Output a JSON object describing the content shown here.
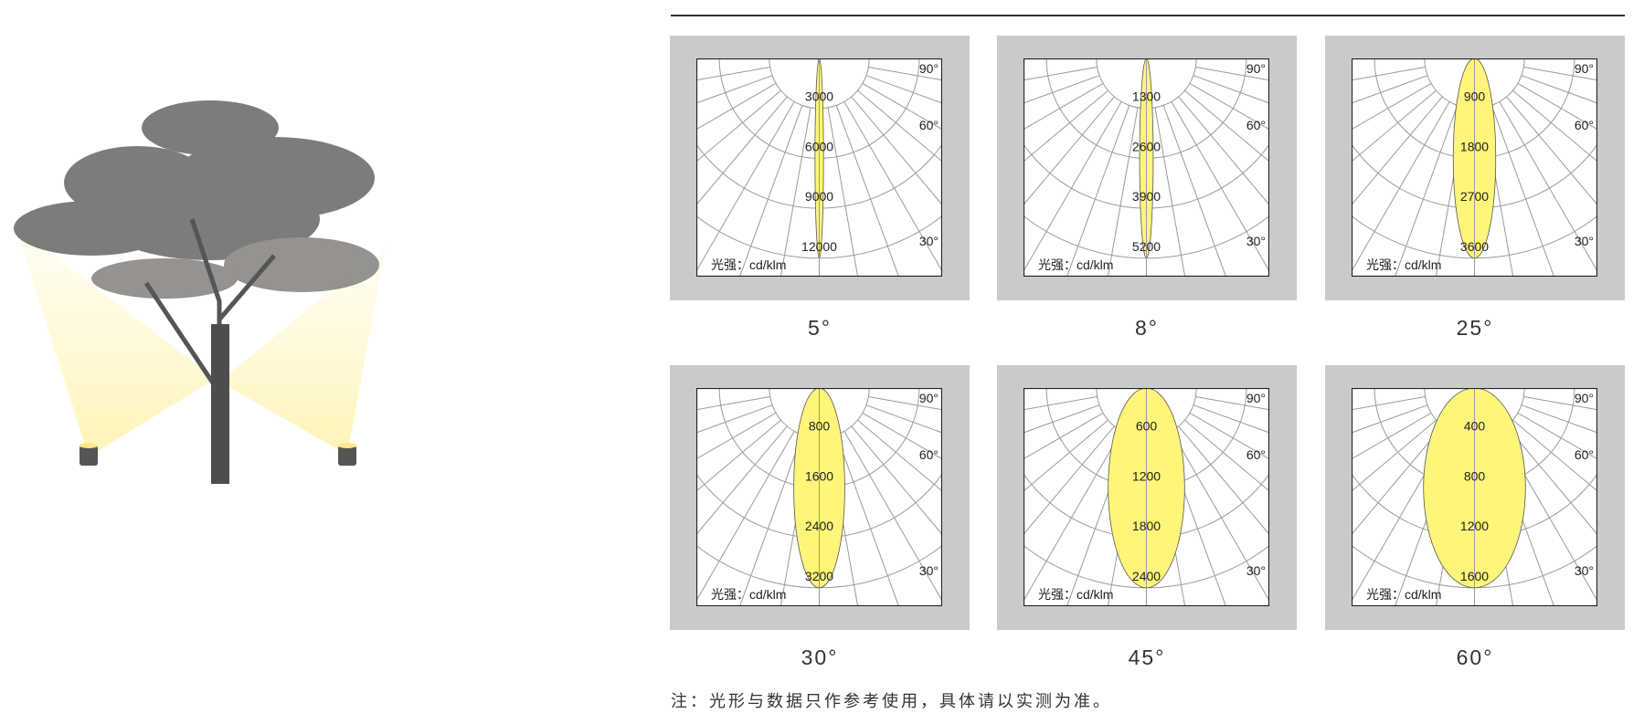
{
  "note": "注：光形与数据只作参考使用，具体请以实测为准。",
  "colors": {
    "panel_bg": "#c9caca",
    "beam_fill": "#fff57a",
    "grid": "#9a9a9a"
  },
  "chart_data": [
    {
      "type": "polar",
      "beam_angle_label": "5°",
      "beam_angle": 5,
      "ring_labels": [
        "3000",
        "6000",
        "9000",
        "12000"
      ],
      "unit_label": "光强：cd/klm",
      "angle_labels": [
        "90°",
        "60°",
        "30°"
      ]
    },
    {
      "type": "polar",
      "beam_angle_label": "8°",
      "beam_angle": 8,
      "ring_labels": [
        "1300",
        "2600",
        "3900",
        "5200"
      ],
      "unit_label": "光强：cd/klm",
      "angle_labels": [
        "90°",
        "60°",
        "30°"
      ]
    },
    {
      "type": "polar",
      "beam_angle_label": "25°",
      "beam_angle": 25,
      "ring_labels": [
        "900",
        "1800",
        "2700",
        "3600"
      ],
      "unit_label": "光强：cd/klm",
      "angle_labels": [
        "90°",
        "60°",
        "30°"
      ]
    },
    {
      "type": "polar",
      "beam_angle_label": "30°",
      "beam_angle": 30,
      "ring_labels": [
        "800",
        "1600",
        "2400",
        "3200"
      ],
      "unit_label": "光强：cd/klm",
      "angle_labels": [
        "90°",
        "60°",
        "30°"
      ]
    },
    {
      "type": "polar",
      "beam_angle_label": "45°",
      "beam_angle": 45,
      "ring_labels": [
        "600",
        "1200",
        "1800",
        "2400"
      ],
      "unit_label": "光强：cd/klm",
      "angle_labels": [
        "90°",
        "60°",
        "30°"
      ]
    },
    {
      "type": "polar",
      "beam_angle_label": "60°",
      "beam_angle": 60,
      "ring_labels": [
        "400",
        "800",
        "1200",
        "1600"
      ],
      "unit_label": "光强：cd/klm",
      "angle_labels": [
        "90°",
        "60°",
        "30°"
      ]
    }
  ]
}
